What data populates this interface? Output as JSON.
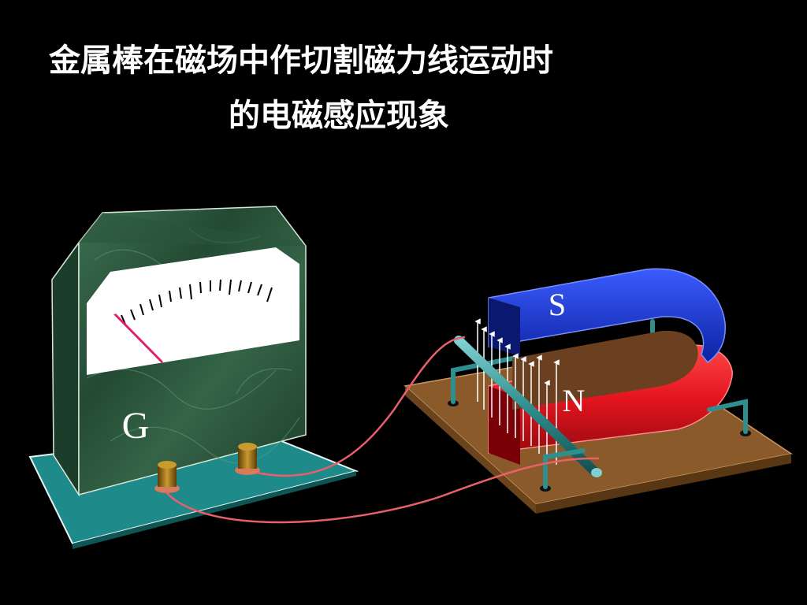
{
  "title": {
    "line1": "金属棒在磁场中作切割磁力线运动时",
    "line2": "的电磁感应现象"
  },
  "galvanometer": {
    "label": "G",
    "case_color": "#2e5b3f",
    "base_color": "#1f8a8a"
  },
  "magnet": {
    "north_label": "N",
    "south_label": "S",
    "north_color": "#e0202a",
    "south_color": "#1838c8"
  },
  "wire_color": "#e8606a",
  "board_color": "#8b5a2b",
  "rod_color": "#2f8f8f"
}
